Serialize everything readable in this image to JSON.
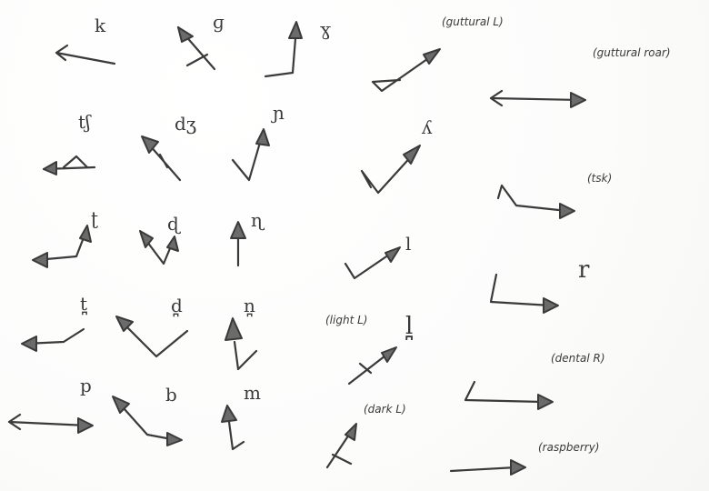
{
  "labels": {
    "k": "k",
    "g_crossed": "ɡ",
    "gamma": "ɣ",
    "guttural_l": "(guttural L)",
    "guttural_roar": "(guttural roar)",
    "tesh": "tʃ",
    "dezh": "dʒ",
    "palatal_n": "ɲ",
    "lambda": "ʎ",
    "tsk": "(tsk)",
    "retroflex_t": "ʈ",
    "retroflex_d": "ɖ",
    "retroflex_n": "ɳ",
    "l": "l",
    "r": "r",
    "dental_t": "t̪",
    "dental_d": "d̪",
    "dental_n": "n̪",
    "light_l": "(light L)",
    "dental_l": "l̪",
    "dental_r": "(dental R)",
    "p": "p",
    "b": "b",
    "m": "m",
    "dark_l": "(dark L)",
    "raspberry": "(raspberry)"
  },
  "colors": {
    "ink": "#3a3a3a",
    "paper": "#ffffff"
  }
}
